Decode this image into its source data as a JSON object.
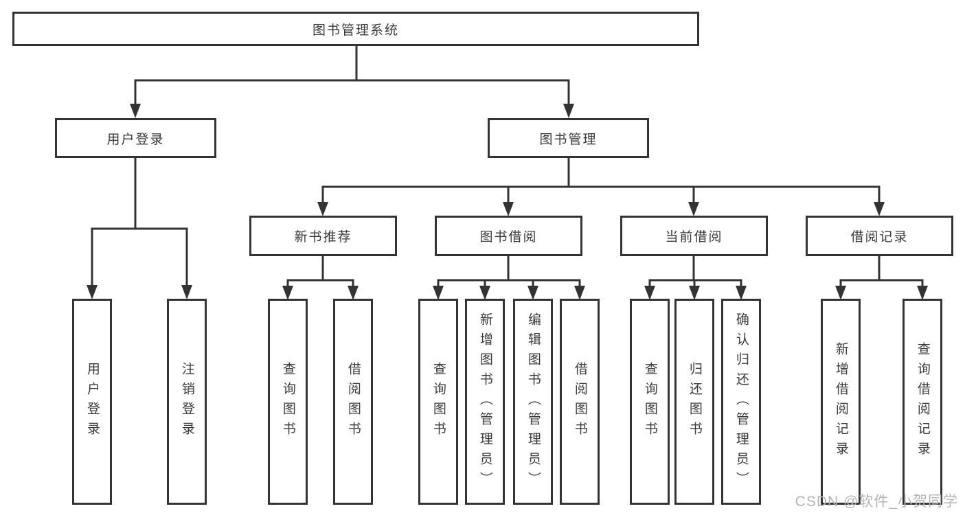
{
  "diagram": {
    "title": "图书管理系统",
    "branches": [
      {
        "label": "用户登录",
        "children": [
          {
            "label": "用户登录"
          },
          {
            "label": "注销登录"
          }
        ]
      },
      {
        "label": "图书管理",
        "children": [
          {
            "label": "新书推荐",
            "children": [
              {
                "label": "查询图书"
              },
              {
                "label": "借阅图书"
              }
            ]
          },
          {
            "label": "图书借阅",
            "children": [
              {
                "label": "查询图书"
              },
              {
                "label": "新增图书（管理员）"
              },
              {
                "label": "编辑图书（管理员）"
              },
              {
                "label": "借阅图书"
              }
            ]
          },
          {
            "label": "当前借阅",
            "children": [
              {
                "label": "查询图书"
              },
              {
                "label": "归还图书"
              },
              {
                "label": "确认归还（管理员）"
              }
            ]
          },
          {
            "label": "借阅记录",
            "children": [
              {
                "label": "新增借阅记录"
              },
              {
                "label": "查询借阅记录"
              }
            ]
          }
        ]
      }
    ]
  },
  "watermark": {
    "text": "CSDN @软件_小贺同学"
  },
  "colors": {
    "line": "#333336",
    "text": "#3a3a3e",
    "watermark": "#b4b4b8",
    "background": "#ffffff"
  }
}
